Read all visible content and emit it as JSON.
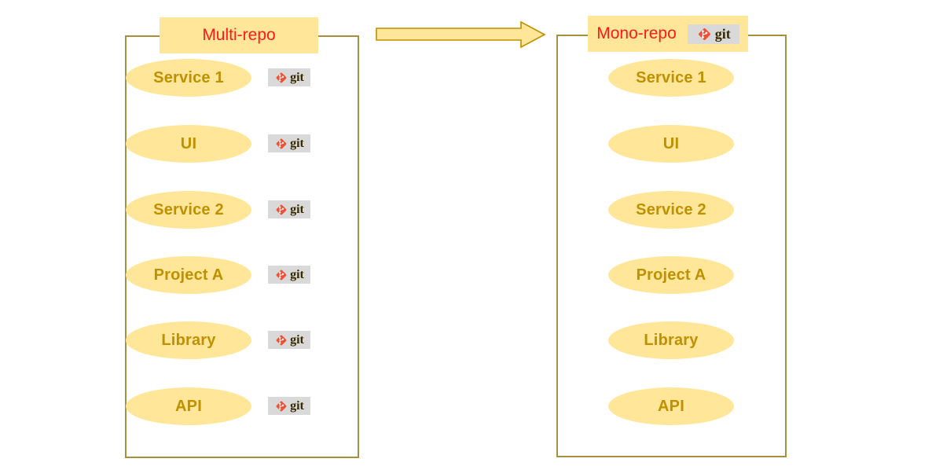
{
  "colors": {
    "fill-yellow": "#ffe699",
    "text-gold": "#bf9000",
    "title-red": "#ff1a1a",
    "box-border": "#a78f3d",
    "arrow-border": "#bf9000",
    "badge-bg": "#d9d9d9",
    "git-red": "#f05133",
    "git-text": "#362b00"
  },
  "git_label": "git",
  "left_panel": {
    "title": "Multi-repo",
    "items": [
      "Service 1",
      "UI",
      "Service 2",
      "Project A",
      "Library",
      "API"
    ],
    "each_item_has_git_badge": true
  },
  "right_panel": {
    "title": "Mono-repo",
    "title_has_git_badge": true,
    "items": [
      "Service 1",
      "UI",
      "Service 2",
      "Project A",
      "Library",
      "API"
    ]
  },
  "arrow": {
    "direction": "left-to-right"
  }
}
